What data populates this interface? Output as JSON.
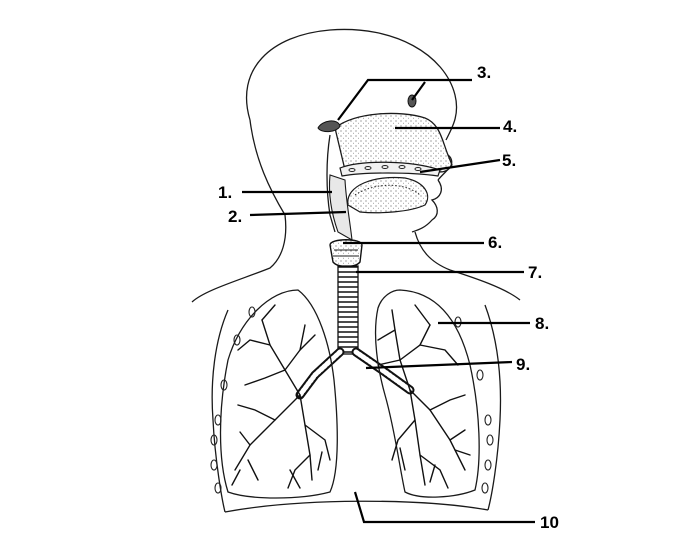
{
  "labels": [
    {
      "id": "1",
      "text": "1."
    },
    {
      "id": "2",
      "text": "2."
    },
    {
      "id": "3",
      "text": "3."
    },
    {
      "id": "4",
      "text": "4."
    },
    {
      "id": "5",
      "text": "5."
    },
    {
      "id": "6",
      "text": "6."
    },
    {
      "id": "7",
      "text": "7."
    },
    {
      "id": "8",
      "text": "8."
    },
    {
      "id": "9",
      "text": "9."
    },
    {
      "id": "10",
      "text": "10"
    }
  ]
}
